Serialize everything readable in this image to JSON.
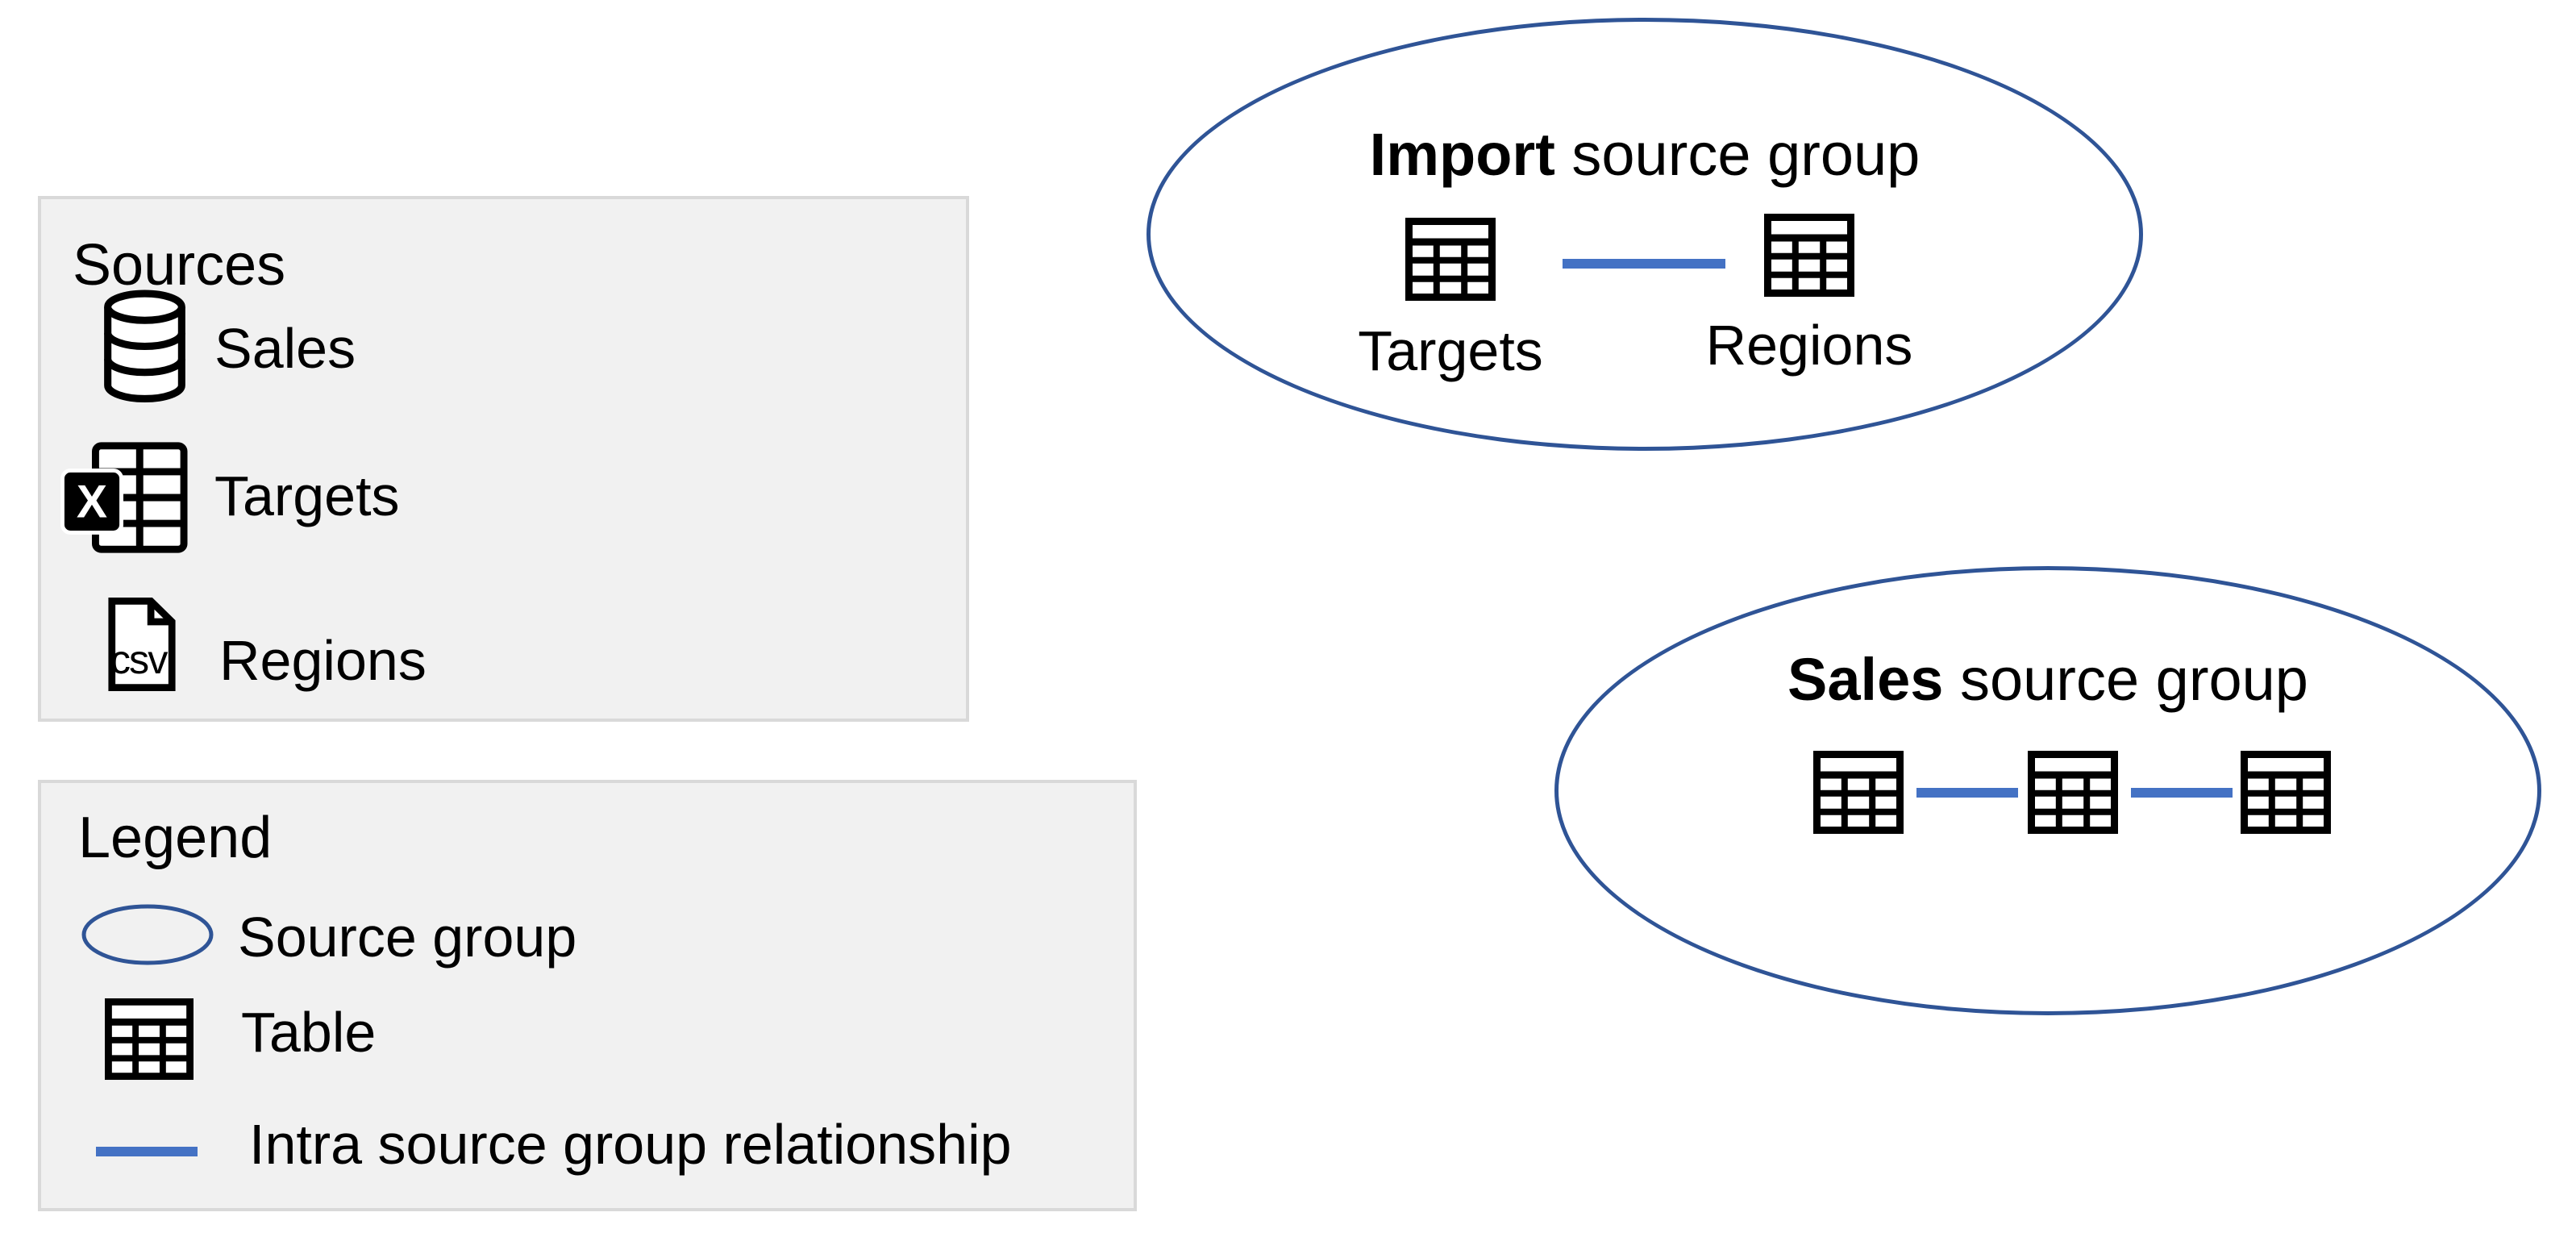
{
  "colors": {
    "source_group_outline": "#2F5496",
    "relationship_line": "#4472C4",
    "panel_fill": "#F1F1F1",
    "panel_border": "#D9D9D9",
    "text": "#000000"
  },
  "sources_panel": {
    "title": "Sources",
    "items": [
      {
        "label": "Sales",
        "icon": "database-icon"
      },
      {
        "label": "Targets",
        "icon": "excel-workbook-icon"
      },
      {
        "label": "Regions",
        "icon": "csv-file-icon"
      }
    ]
  },
  "legend_panel": {
    "title": "Legend",
    "items": [
      {
        "label": "Source group",
        "icon": "source-group-ellipse-icon"
      },
      {
        "label": "Table",
        "icon": "table-icon"
      },
      {
        "label": "Intra source group relationship",
        "icon": "relationship-line-icon"
      }
    ]
  },
  "groups": [
    {
      "title_bold": "Import",
      "title_rest": " source group",
      "tables": [
        {
          "label": "Targets",
          "icon": "table-icon"
        },
        {
          "label": "Regions",
          "icon": "table-icon"
        }
      ],
      "relationship_count": 1
    },
    {
      "title_bold": "Sales",
      "title_rest": " source group",
      "tables": [
        {
          "label": "",
          "icon": "table-icon"
        },
        {
          "label": "",
          "icon": "table-icon"
        },
        {
          "label": "",
          "icon": "table-icon"
        }
      ],
      "relationship_count": 2
    }
  ],
  "icons": {
    "excel_letter": "X",
    "csv_text": "csv"
  }
}
